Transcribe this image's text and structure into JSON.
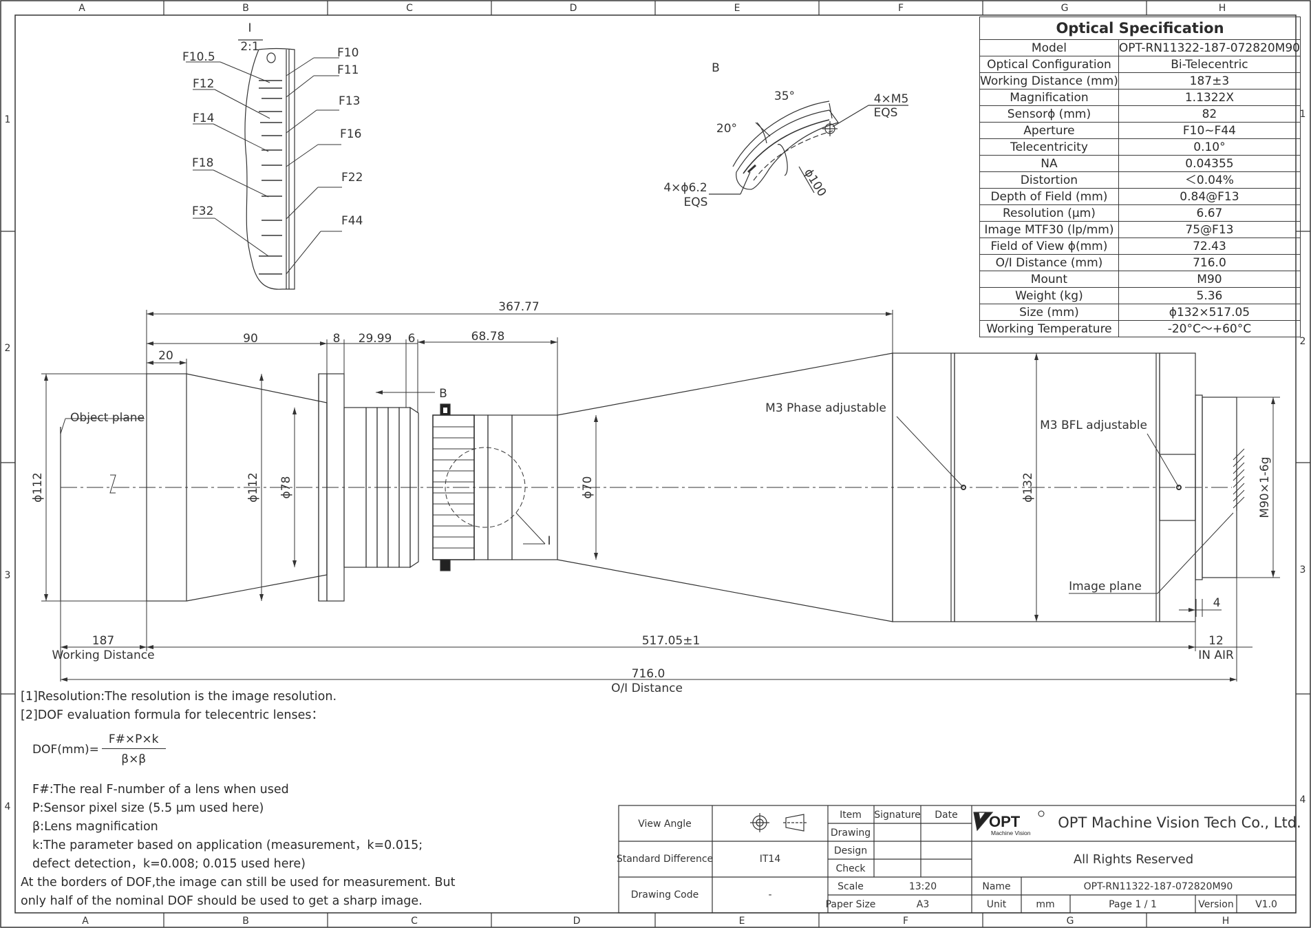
{
  "grid": {
    "columns": [
      "A",
      "B",
      "C",
      "D",
      "E",
      "F",
      "G",
      "H"
    ],
    "rows": [
      "1",
      "2",
      "3",
      "4"
    ]
  },
  "spec": {
    "title": "Optical Specification",
    "rows": [
      {
        "label": "Model",
        "value": "OPT-RN11322-187-072820M90"
      },
      {
        "label": "Optical Configuration",
        "value": "Bi-Telecentric"
      },
      {
        "label": "Working Distance (mm)",
        "value": "187±3"
      },
      {
        "label": "Magnification",
        "value": "1.1322X"
      },
      {
        "label": "Sensorϕ (mm)",
        "value": "82"
      },
      {
        "label": "Aperture",
        "value": "F10~F44"
      },
      {
        "label": "Telecentricity",
        "value": "0.10°"
      },
      {
        "label": "NA",
        "value": "0.04355"
      },
      {
        "label": "Distortion",
        "value": "＜0.04%"
      },
      {
        "label": "Depth of Field (mm)",
        "value": "0.84@F13"
      },
      {
        "label": "Resolution (μm)",
        "value": "6.67"
      },
      {
        "label": "Image MTF30 (lp/mm)",
        "value": "75@F13"
      },
      {
        "label": "Field of View ϕ(mm)",
        "value": "72.43"
      },
      {
        "label": "O/I Distance (mm)",
        "value": "716.0"
      },
      {
        "label": "Mount",
        "value": "M90"
      },
      {
        "label": "Weight (kg)",
        "value": "5.36"
      },
      {
        "label": "Size (mm)",
        "value": "ϕ132×517.05"
      },
      {
        "label": "Working Temperature",
        "value": "-20°C～+60°C"
      }
    ]
  },
  "detail_i": {
    "title": "I",
    "scale": "2:1",
    "stops": [
      "F10.5",
      "F10",
      "F11",
      "F12",
      "F13",
      "F14",
      "F16",
      "F18",
      "F22",
      "F32",
      "F44"
    ],
    "ring_mark": "0"
  },
  "detail_b": {
    "title": "B",
    "angle_a": "35°",
    "angle_b": "20°",
    "screw": "4×M5",
    "screw_eqs": "EQS",
    "holes": "4×ϕ6.2",
    "holes_eqs": "EQS",
    "diameter": "ϕ100"
  },
  "dimensions": {
    "total_length_top": "367.77",
    "d90": "90",
    "d8": "8",
    "d2999": "29.99",
    "d6": "6",
    "d6878": "68.78",
    "d20": "20",
    "view_b": "B",
    "object_plane": "Object plane",
    "dia_112_left": "ϕ112",
    "dia_112": "ϕ112",
    "dia_78": "ϕ78",
    "dia_70": "ϕ70",
    "dia_132": "ϕ132",
    "thread": "M90×1-6g",
    "detail_i_ref": "I",
    "m3_phase": "M3 Phase adjustable",
    "m3_bfl": "M3 BFL adjustable",
    "image_plane": "Image plane",
    "d4": "4",
    "wd_value": "187",
    "wd_label": "Working Distance",
    "length_value": "517.05±1",
    "air_value": "12",
    "air_label": "IN AIR",
    "oi_value": "716.0",
    "oi_label": "O/I Distance"
  },
  "notes": {
    "line1": "[1]Resolution:The resolution is  the image resolution.",
    "line2": "[2]DOF evaluation formula for telecentric lenses：",
    "formula_lhs": "DOF(mm)=",
    "formula_num": "F#×P×k",
    "formula_den": "β×β",
    "f_def": "F#:The real F-number of a lens when used",
    "p_def": "P:Sensor pixel size (5.5 μm used here)",
    "b_def": "β:Lens magnification",
    "k_def1": "k:The parameter based on application (measurement，k=0.015;",
    "k_def2": "defect detection，k=0.008;  0.015 used here)",
    "border1": "At the borders of DOF,the image can still be used for measurement. But",
    "border2": "only half of the nominal DOF should be used to get a sharp image."
  },
  "title_block": {
    "view_angle": "View Angle",
    "standard_difference": "Standard Difference",
    "tolerance": "IT14",
    "drawing_code": "Drawing Code",
    "drawing_code_value": "-",
    "item": "Item",
    "signature": "Signature",
    "date": "Date",
    "drawing": "Drawing",
    "design": "Design",
    "check": "Check",
    "scale_label": "Scale",
    "scale_value": "13:20",
    "paper_label": "Paper Size",
    "paper_value": "A3",
    "logo_text": "OPT",
    "logo_sub": "Machine Vision",
    "company": "OPT Machine Vision Tech Co., Ltd.",
    "rights": "All Rights Reserved",
    "name_label": "Name",
    "name_value": "OPT-RN11322-187-072820M90",
    "unit_label": "Unit",
    "unit_value": "mm",
    "page": "Page  1 / 1",
    "version_label": "Version",
    "version_value": "V1.0"
  }
}
